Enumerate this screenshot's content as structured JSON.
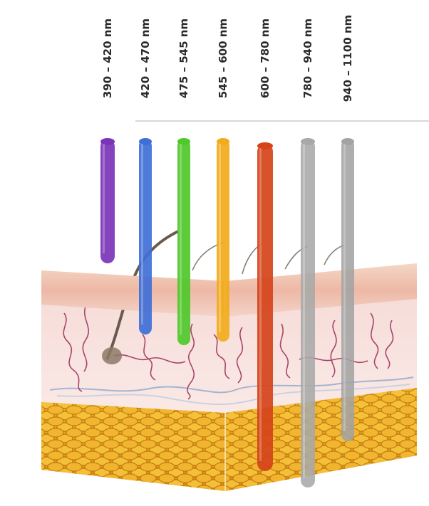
{
  "diagram": {
    "beams": [
      {
        "label": "390 – 420 nm",
        "color": "#7b34b8"
      },
      {
        "label": "420 – 470 nm",
        "color": "#3f6fd6"
      },
      {
        "label": "475 – 545 nm",
        "color": "#4ec82a"
      },
      {
        "label": "545 – 600 nm",
        "color": "#f2ab1c"
      },
      {
        "label": "600 – 780 nm",
        "color": "#d5431a"
      },
      {
        "label": "780 – 940 nm",
        "color": "#a8a8a8"
      },
      {
        "label": "940 – 1100 nm",
        "color": "#a3a3a3"
      }
    ],
    "layers": {
      "epidermis": "#f3c9b8",
      "dermis": "#f7dfe0",
      "fat": "#e8a21c",
      "vessel": "#9a2a55"
    }
  }
}
